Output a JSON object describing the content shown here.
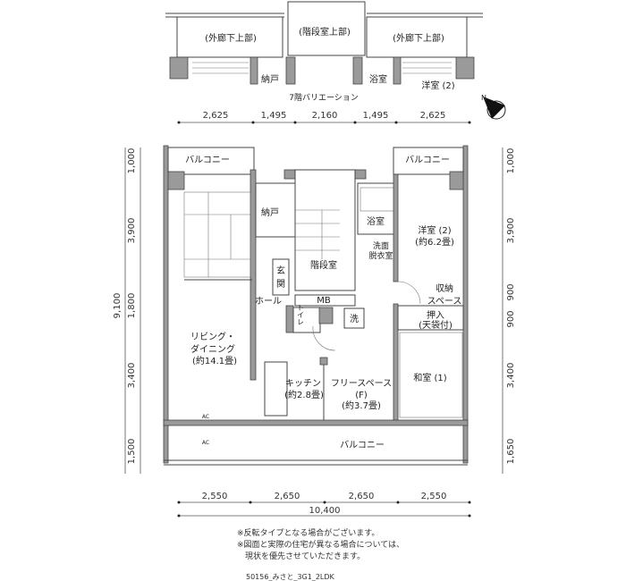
{
  "variation": {
    "title": "7階バリエーション",
    "corridor_left": "(外廊下上部)",
    "stair_upper": "(階段室上部)",
    "corridor_right": "(外廊下上部)",
    "storage": "納戸",
    "bath": "浴室",
    "western_room": "洋室 (2)"
  },
  "dimensions": {
    "top": [
      "2,625",
      "1,495",
      "2,160",
      "1,495",
      "2,625"
    ],
    "bottom": [
      "2,550",
      "2,650",
      "2,650",
      "2,550"
    ],
    "bottom_total": "10,400",
    "left": [
      "1,000",
      "3,900",
      "1,800",
      "3,400",
      "1,500"
    ],
    "left_total": "9,100",
    "right": [
      "1,000",
      "3,900",
      "900",
      "900",
      "3,400",
      "1,650"
    ]
  },
  "compass": {
    "label": "N"
  },
  "rooms": {
    "balcony_left": "バルコニー",
    "balcony_right": "バルコニー",
    "balcony_bottom": "バルコニー",
    "storage": "納戸",
    "bath": "浴室",
    "western2": "洋室 (2)",
    "western2_size": "(約6.2畳)",
    "washroom_1": "洗面",
    "washroom_2": "脱衣室",
    "stairwell": "階段室",
    "entrance_1": "玄",
    "entrance_2": "関",
    "hall": "ホール",
    "mb": "MB",
    "storage_space_1": "収納",
    "storage_space_2": "スペース",
    "washer": "洗",
    "toilet": "トイレ",
    "closet_1": "押入",
    "closet_2": "(天袋付)",
    "living_1": "リビング・",
    "living_2": "ダイニング",
    "living_size": "(約14.1畳)",
    "kitchen": "キッチン",
    "kitchen_size": "(約2.8畳)",
    "free_space": "フリースペース",
    "free_space_code": "(F)",
    "free_space_size": "(約3.7畳)",
    "japanese1": "和室 (1)",
    "ac_1": "AC",
    "ac_2": "AC"
  },
  "notes": [
    "※反転タイプとなる場合がございます。",
    "※図面と実際の住宅が異なる場合については、",
    "　現状を優先させていただきます。"
  ],
  "code": "50156_みさと_3G1_2LDK"
}
